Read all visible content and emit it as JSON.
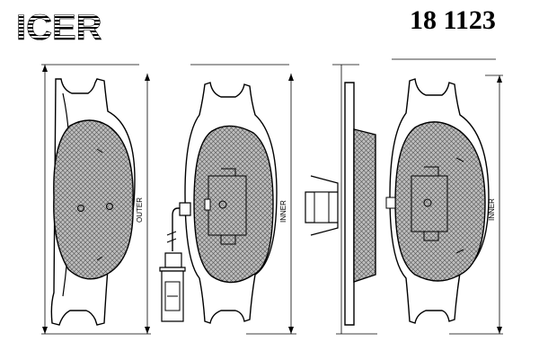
{
  "brand": "ICER",
  "part_number": "18 1123",
  "views": {
    "outer": {
      "label": "OUTER"
    },
    "inner_left": {
      "label": "INNER"
    },
    "inner_right": {
      "label": "INNER"
    }
  },
  "colors": {
    "line": "#000000",
    "friction_fill": "#9a9a9a",
    "background": "#ffffff"
  }
}
